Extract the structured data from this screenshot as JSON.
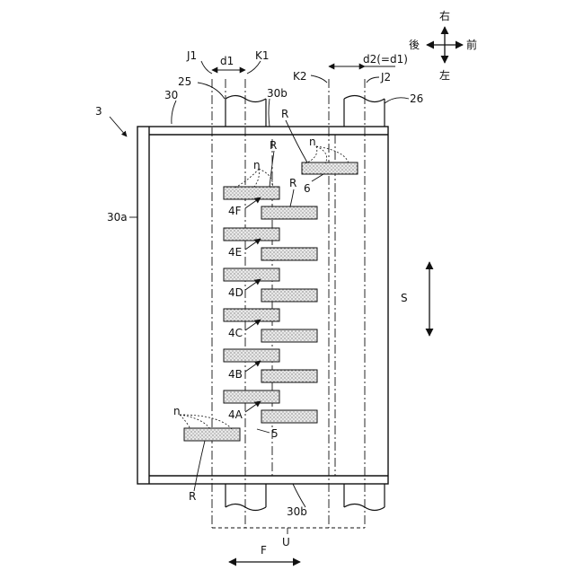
{
  "labels": {
    "fig_ref": "3",
    "frame": "30",
    "frame_side": "30a",
    "frame_top": "30b",
    "frame_bottom": "30b",
    "beam_left": "25",
    "beam_right": "26",
    "line_j1": "J1",
    "line_k1": "K1",
    "line_k2": "K2",
    "line_j2": "J2",
    "dim_d1": "d1",
    "dim_d2": "d2(=d1)",
    "dir_s": "S",
    "dir_f": "F",
    "unit_u": "U",
    "ref_R": "R",
    "ref_n": "n",
    "ref_4F": "4F",
    "ref_4E": "4E",
    "ref_4D": "4D",
    "ref_4C": "4C",
    "ref_4B": "4B",
    "ref_4A": "4A",
    "ref_5": "5",
    "ref_6": "6",
    "compass_right": "右",
    "compass_left": "左",
    "compass_back": "後",
    "compass_front": "前"
  },
  "colors": {
    "line": "#111111",
    "pad_fill": "#e6e6e6",
    "background": "#ffffff"
  }
}
